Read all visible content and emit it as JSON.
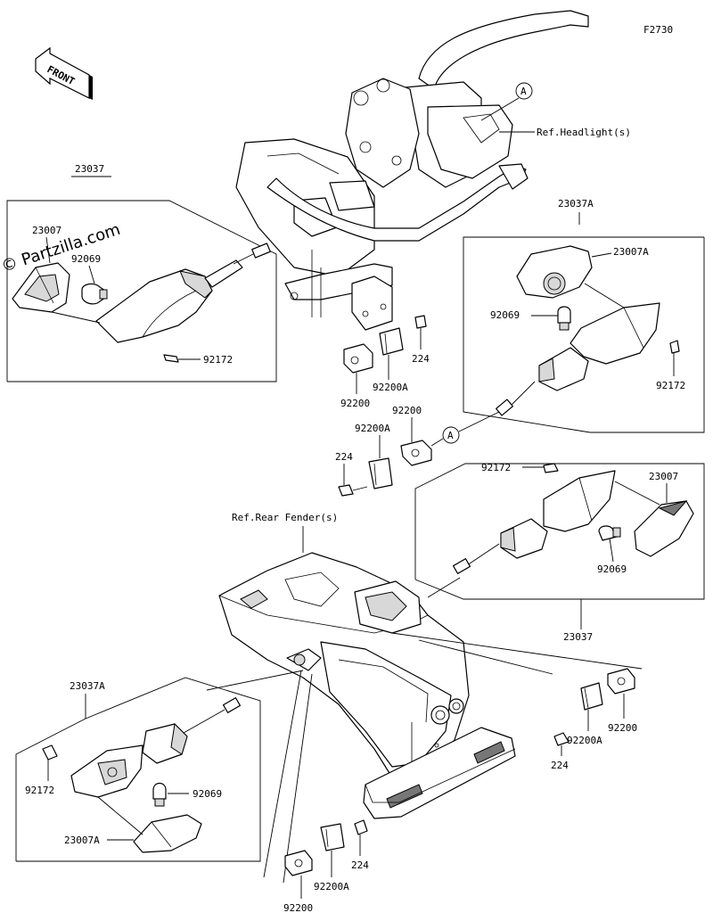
{
  "diagram": {
    "code": "F2730",
    "watermark": "© Partzilla.com",
    "front_label": "FRONT",
    "refs": {
      "headlight": "Ref.Headlight(s)",
      "rear_fender": "Ref.Rear Fender(s)",
      "marker": "A"
    },
    "part_numbers": {
      "tl_assembly": "23037",
      "tl_lens": "23007",
      "tl_bulb": "92069",
      "tl_screw": "92172",
      "tr_assembly": "23037A",
      "tr_lens": "23007A",
      "tr_bulb": "92069",
      "tr_screw": "92172",
      "cen_bolt_a": "224",
      "cen_bracket_a": "92200A",
      "cen_plate_a": "92200",
      "cen_plate_b": "92200",
      "cen_bracket_b": "92200A",
      "cen_bolt_b": "224",
      "mr_screw": "92172",
      "mr_lens": "23007",
      "mr_bulb": "92069",
      "mr_assembly": "23037",
      "rr_bolt": "224",
      "rr_bracket": "92200A",
      "rr_plate": "92200",
      "bl_assembly": "23037A",
      "bl_screw": "92172",
      "bl_bulb": "92069",
      "bl_lens": "23007A",
      "bc_bolt": "224",
      "bc_bracket": "92200A",
      "bc_plate": "92200"
    }
  }
}
